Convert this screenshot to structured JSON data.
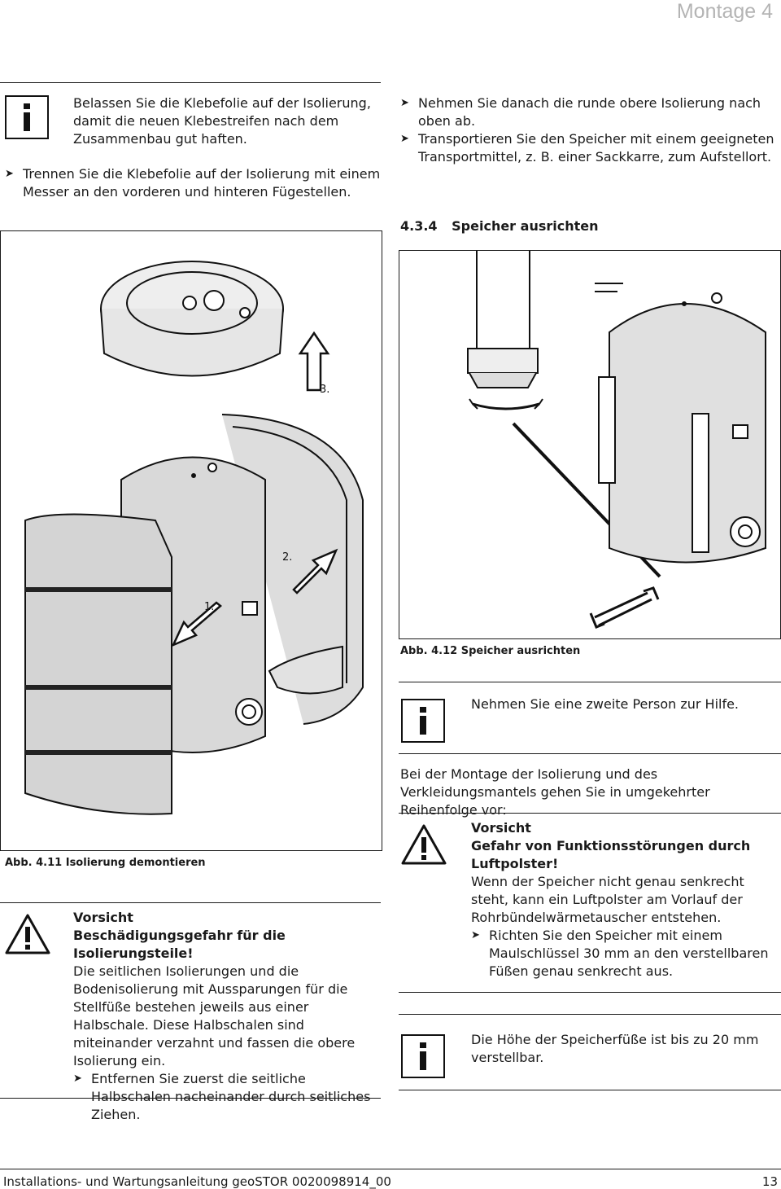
{
  "header": {
    "title": "Montage 4"
  },
  "left": {
    "info1_text": "Belassen Sie die Klebefolie auf der Isolierung, damit die neuen Klebestreifen nach dem Zusammenbau gut haften.",
    "bullet1": "Trennen Sie die Klebefolie auf der Isolierung mit einem Messer an den vorderen und hinteren Fügestellen.",
    "fig411_caption": "Abb. 4.11 Isolierung demontieren",
    "fig411_labels": [
      "1.",
      "2.",
      "3."
    ],
    "warn_title": "Vorsicht",
    "warn_subtitle": "Beschädigungsgefahr für die Isolierungsteile!",
    "warn_body": "Die seitlichen Isolierungen und die Bodenisolierung mit Aussparungen für die Stellfüße bestehen jeweils aus einer Halbschale. Diese Halbschalen sind miteinander verzahnt und fassen die obere Isolierung ein.",
    "warn_bullet": "Entfernen Sie zuerst die seitliche Halbschalen nacheinander durch seitliches Ziehen."
  },
  "right": {
    "bullets_top": [
      "Nehmen Sie danach die runde obere Isolierung nach oben ab.",
      "Transportieren Sie den Speicher mit einem geeigneten Transportmittel, z. B. einer Sackkarre, zum Aufstellort."
    ],
    "section_number": "4.3.4",
    "section_title": "Speicher ausrichten",
    "fig412_caption": "Abb. 4.12 Speicher ausrichten",
    "info2_text": "Nehmen Sie eine zweite Person zur Hilfe.",
    "para": "Bei der Montage der Isolierung und des Verkleidungsmantels gehen Sie in umgekehrter Reihenfolge vor:",
    "warn_title": "Vorsicht",
    "warn_subtitle": "Gefahr von Funktionsstörungen durch Luftpolster!",
    "warn_body": "Wenn der Speicher nicht genau senkrecht steht, kann ein Luftpolster am Vorlauf der Rohrbündelwärmetauscher entstehen.",
    "warn_bullet": "Richten Sie den Speicher mit einem Maulschlüssel 30 mm an den verstellbaren Füßen genau senkrecht aus.",
    "info3_text": "Die Höhe der Speicherfüße ist bis zu 20 mm verstellbar."
  },
  "footer": {
    "doc_title": "Installations- und Wartungsanleitung geoSTOR 0020098914_00",
    "page_number": "13"
  }
}
